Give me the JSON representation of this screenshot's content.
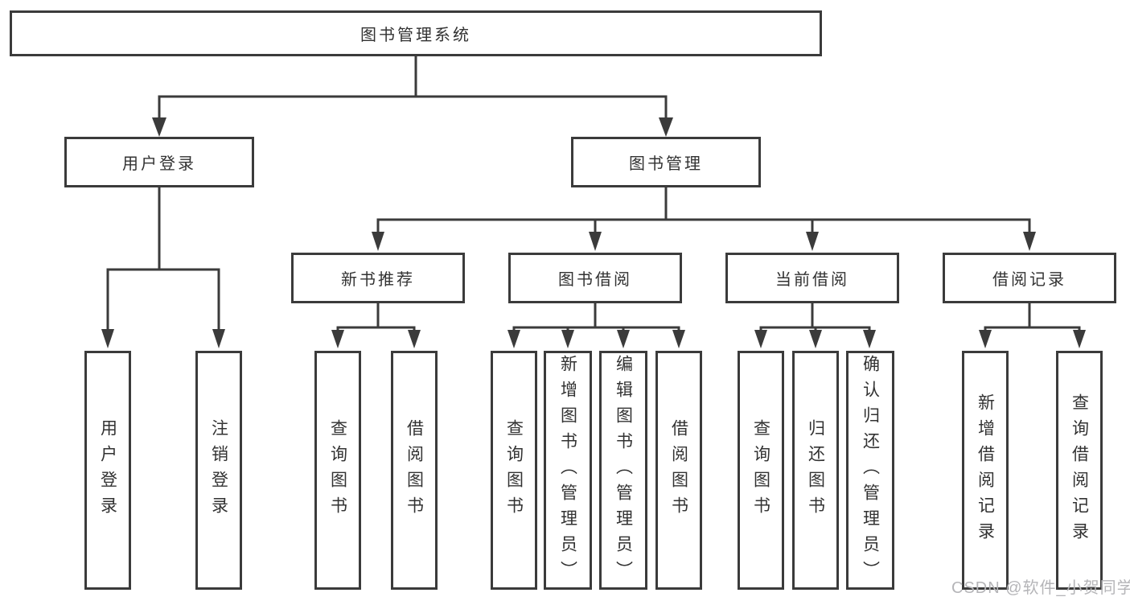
{
  "tree": {
    "root": "图书管理系统",
    "login": {
      "label": "用户登录",
      "leaves": [
        "用户登录",
        "注销登录"
      ]
    },
    "mgmt": {
      "label": "图书管理",
      "groups": [
        {
          "label": "新书推荐",
          "leaves": [
            "查询图书",
            "借阅图书"
          ]
        },
        {
          "label": "图书借阅",
          "leaves": [
            "查询图书",
            "新增图书（管理员）",
            "编辑图书（管理员）",
            "借阅图书"
          ]
        },
        {
          "label": "当前借阅",
          "leaves": [
            "查询图书",
            "归还图书",
            "确认归还（管理员）"
          ]
        },
        {
          "label": "借阅记录",
          "leaves": [
            "新增借阅记录",
            "查询借阅记录"
          ]
        }
      ]
    }
  },
  "watermark": "CSDN @软件_小贺同学",
  "colors": {
    "line": "#3b3b3b",
    "text": "#323232",
    "background": "#ffffff",
    "watermark": "#b5b5b8"
  }
}
